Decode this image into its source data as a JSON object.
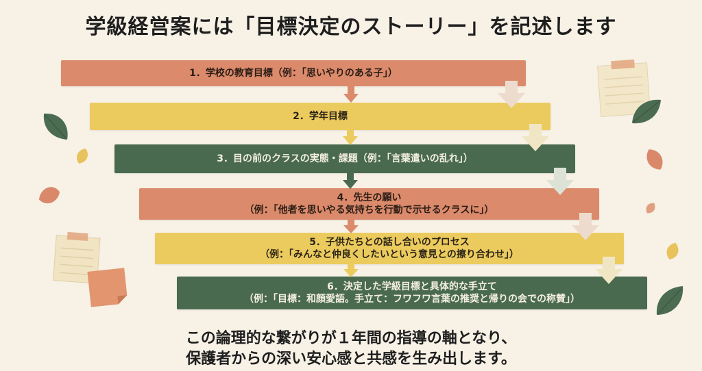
{
  "title": "学級経営案には「目標決定のストーリー」を記述します",
  "steps": [
    {
      "lines": [
        "1．学校の教育目標（例：「思いやりのある子」）"
      ],
      "color": "terra"
    },
    {
      "lines": [
        "2．学年目標"
      ],
      "color": "mustard"
    },
    {
      "lines": [
        "3．目の前のクラスの実態・課題（例：「言葉遣いの乱れ」）"
      ],
      "color": "green"
    },
    {
      "lines": [
        "4．先生の願い",
        "（例：「他者を思いやる気持ちを行動で示せるクラスに」）"
      ],
      "color": "terra"
    },
    {
      "lines": [
        "5．子供たちとの話し合いのプロセス",
        "（例：「みんなと仲良くしたいという意見との擦り合わせ」）"
      ],
      "color": "mustard"
    },
    {
      "lines": [
        "6．決定した学級目標と具体的な手立て",
        "（例：「目標：和顔愛語。手立て：フワフワ言葉の推奨と帰りの会での称賛」）"
      ],
      "color": "green"
    }
  ],
  "footer": {
    "line1": "この論理的な繋がりが１年間の指導の軸となり、",
    "line2": "保護者からの深い安心感と共感を生み出します。"
  },
  "colors": {
    "background": "#f7f1e6",
    "terra": "#db8a6b",
    "mustard": "#eccb5e",
    "green": "#496a4f"
  },
  "icons": [
    "arrow-down-icon",
    "sticky-note-icon",
    "leaf-icon"
  ]
}
